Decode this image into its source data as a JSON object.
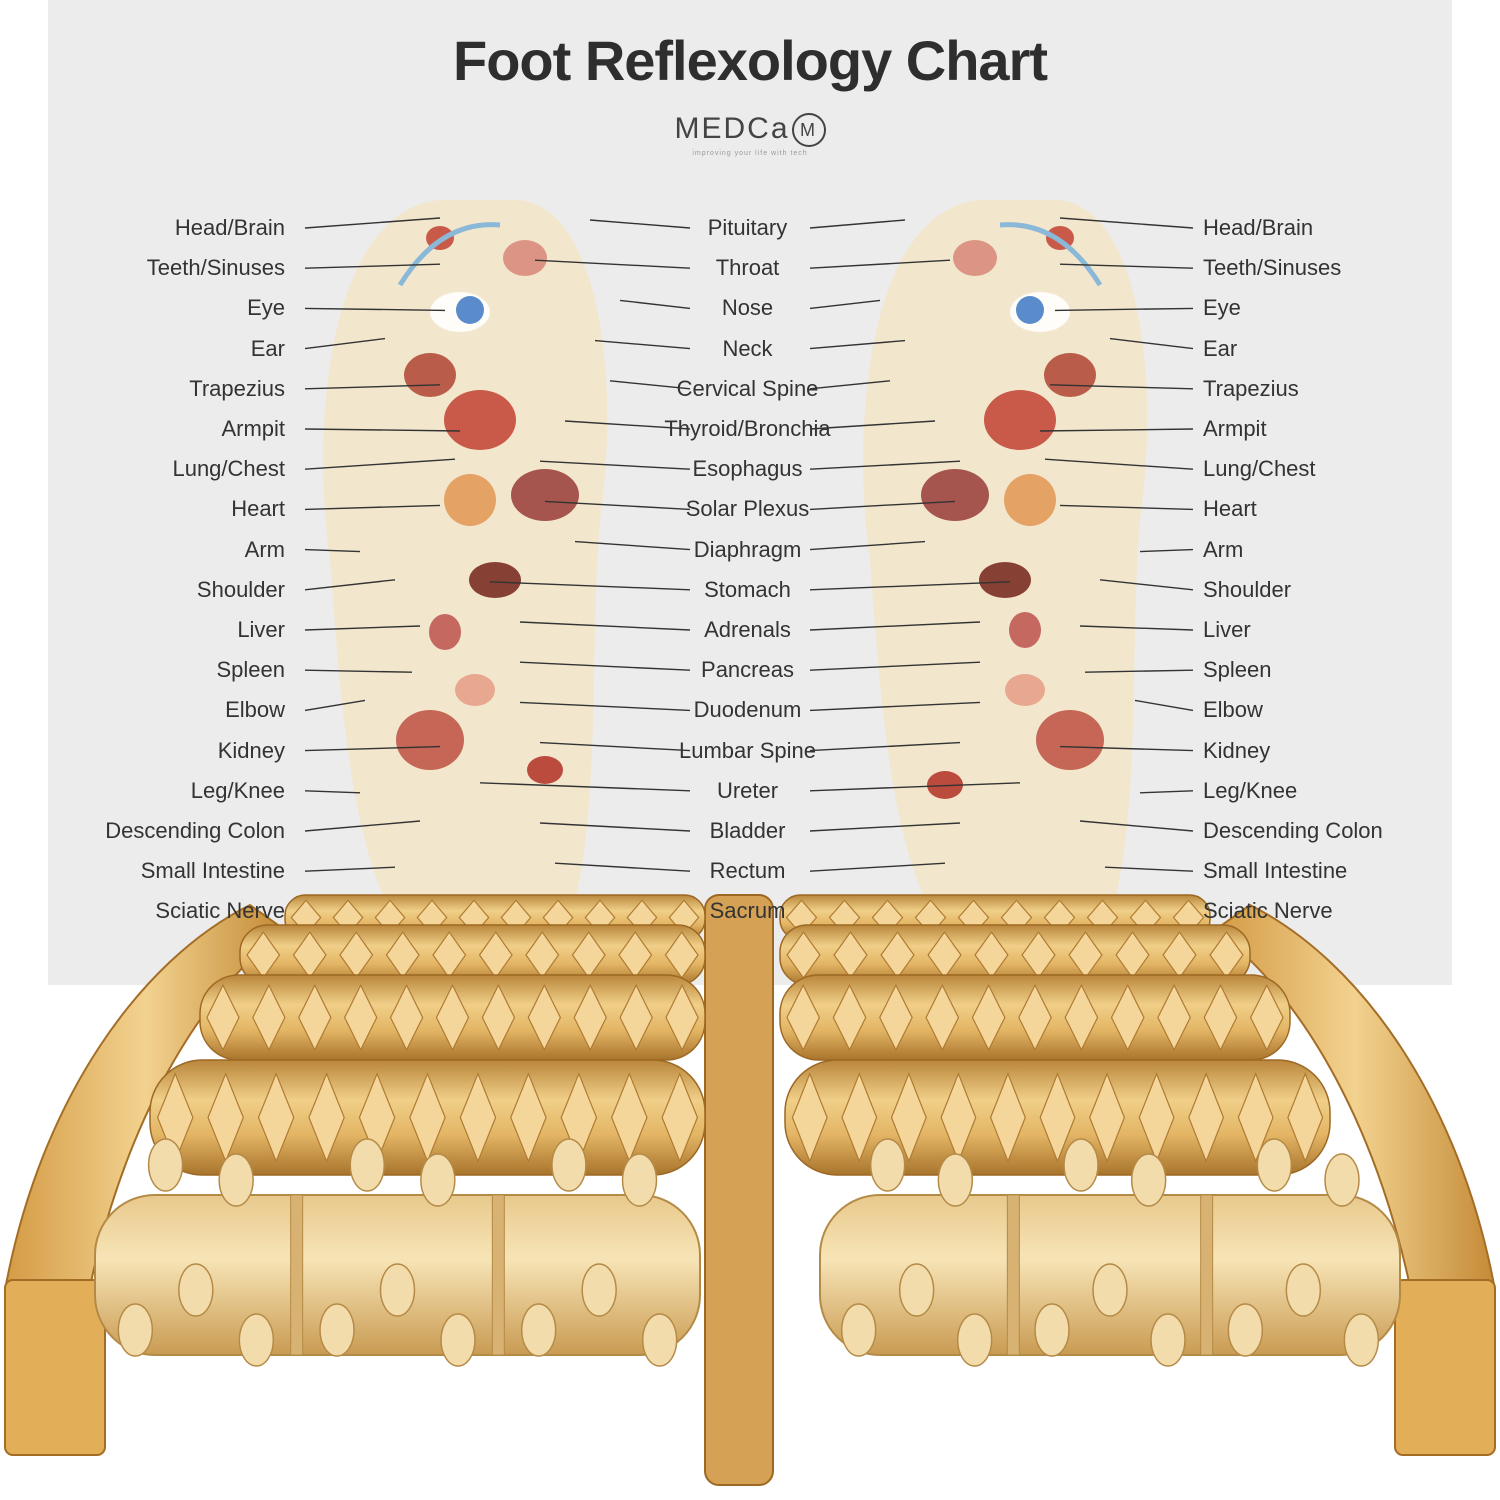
{
  "chart": {
    "title": "Foot Reflexology Chart",
    "brand": "MEDCa",
    "brand_mark": "M",
    "tagline": "improving your life with tech",
    "left_labels": [
      "Head/Brain",
      "Teeth/Sinuses",
      "Eye",
      "Ear",
      "Trapezius",
      "Armpit",
      "Lung/Chest",
      "Heart",
      "Arm",
      "Shoulder",
      "Liver",
      "Spleen",
      "Elbow",
      "Kidney",
      "Leg/Knee",
      "Descending Colon",
      "Small Intestine",
      "Sciatic Nerve"
    ],
    "center_labels": [
      "Pituitary",
      "Throat",
      "Nose",
      "Neck",
      "Cervical Spine",
      "Thyroid/Bronchia",
      "Esophagus",
      "Solar Plexus",
      "Diaphragm",
      "Stomach",
      "Adrenals",
      "Pancreas",
      "Duodenum",
      "Lumbar Spine",
      "Ureter",
      "Bladder",
      "Rectum",
      "Sacrum"
    ],
    "right_labels": [
      "Head/Brain",
      "Teeth/Sinuses",
      "Eye",
      "Ear",
      "Trapezius",
      "Armpit",
      "Lung/Chest",
      "Heart",
      "Arm",
      "Shoulder",
      "Liver",
      "Spleen",
      "Elbow",
      "Kidney",
      "Leg/Knee",
      "Descending Colon",
      "Small Intestine",
      "Sciatic Nerve"
    ]
  },
  "colors": {
    "poster": "#ececec",
    "wood_light": "#f1d594",
    "wood_mid": "#dcae5e",
    "wood_dark": "#b98539",
    "organ_red": "#c44a3c",
    "eye_blue": "#5a8ccc"
  }
}
